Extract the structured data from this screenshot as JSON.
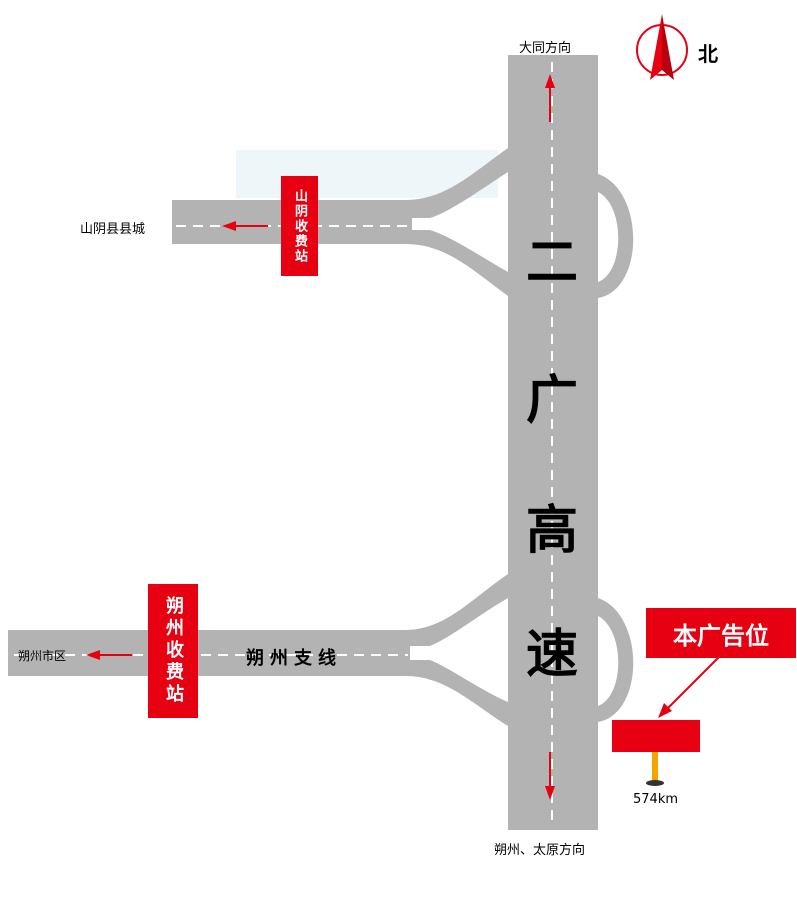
{
  "highway": {
    "name_chars": [
      "二",
      "广",
      "高",
      "速"
    ]
  },
  "directions": {
    "north_dest": "大同方向",
    "south_dest": "朔州、太原方向",
    "upper_west_dest": "山阴县县城",
    "lower_west_dest": "朔州市区"
  },
  "branch_road": {
    "name": "朔州支线"
  },
  "toll_stations": {
    "shanyin": "山阴收费站",
    "shuozhou": "朔州收费站"
  },
  "compass": {
    "label": "北"
  },
  "billboard": {
    "callout": "本广告位",
    "km_marker": "574km"
  },
  "colors": {
    "road": "#b3b3b3",
    "accent_red": "#e60012",
    "lane_line": "#ffffff",
    "pole": "#f5a300"
  }
}
